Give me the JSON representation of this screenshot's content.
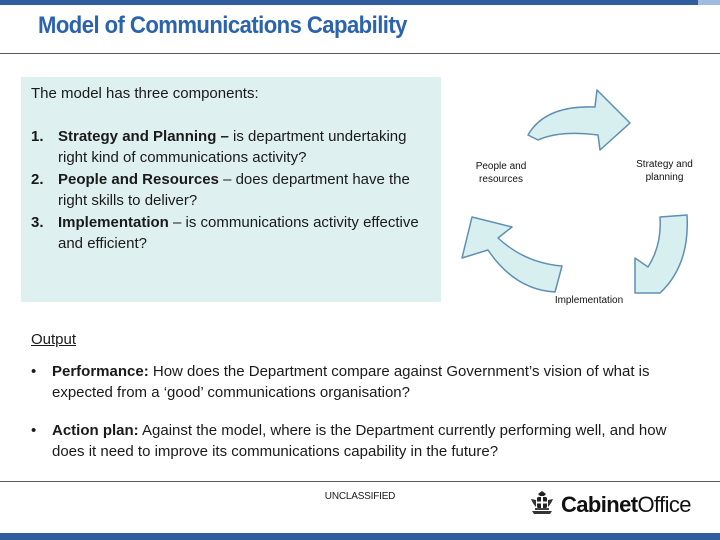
{
  "slide": {
    "title": "Model of Communications Capability"
  },
  "model_box": {
    "intro": "The model has three components:",
    "components": [
      {
        "number": "1.",
        "name": "Strategy and Planning –",
        "text": " is department undertaking right kind of communications activity?"
      },
      {
        "number": "2.",
        "name": "People and Resources",
        "text": " – does department have the right skills to deliver?"
      },
      {
        "number": "3.",
        "name": "Implementation",
        "text": " – is communications activity effective and efficient?"
      }
    ],
    "background_color": "#dff0f1"
  },
  "cycle_diagram": {
    "labels": {
      "strategy": "Strategy and planning",
      "people": "People and resources",
      "implementation": "Implementation"
    },
    "arrow_fill": "#d8efef",
    "arrow_stroke": "#5f8fb4"
  },
  "output": {
    "heading": "Output",
    "bullets": [
      {
        "lead": "Performance:",
        "text": "  How does the Department compare against Government’s vision of what is expected from a ‘good’ communications organisation?"
      },
      {
        "lead": "Action plan:",
        "text": "  Against the model, where is the Department currently performing well, and how does it need to improve its communications capability in the future?"
      }
    ]
  },
  "footer": {
    "classification": "UNCLASSIFIED",
    "logo_bold": "Cabinet",
    "logo_regular": "Office",
    "crest_icon": "royal-crest-icon"
  },
  "colors": {
    "title": "#2b63ad",
    "bar": "#2f5d9e"
  }
}
